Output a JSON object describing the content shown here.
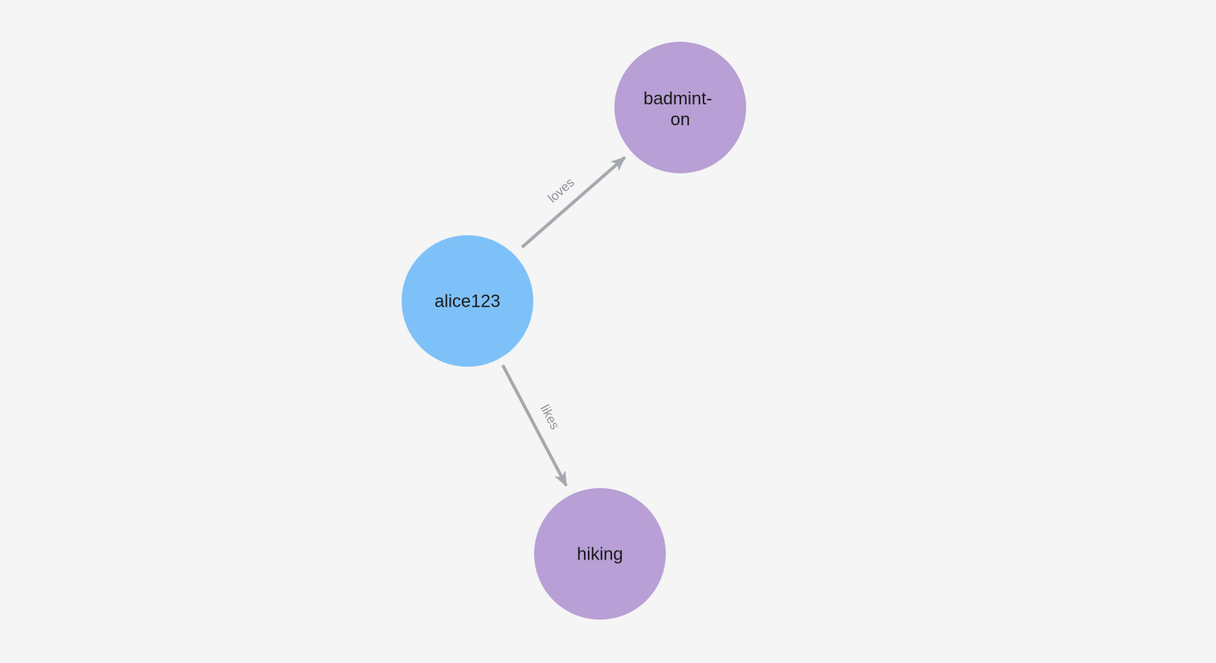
{
  "background_color": "#f4f5f4",
  "graph": {
    "edge_color": "#a5a8af",
    "edge_label_color": "#8e9199",
    "node_label_color": "#1b1b1b",
    "node_colors": {
      "user": "#7ec1f8",
      "topic": "#b89fd5"
    },
    "nodes": [
      {
        "id": "alice123",
        "label": "alice123",
        "label_lines": [
          "alice123"
        ],
        "color": "#7ec1f8"
      },
      {
        "id": "badminton",
        "label": "badminton",
        "label_lines": [
          "badmint-",
          "on"
        ],
        "color": "#b89fd5"
      },
      {
        "id": "hiking",
        "label": "hiking",
        "label_lines": [
          "hiking"
        ],
        "color": "#b89fd5"
      }
    ],
    "edges": [
      {
        "from": "alice123",
        "to": "badminton",
        "label": "loves"
      },
      {
        "from": "alice123",
        "to": "hiking",
        "label": "likes"
      }
    ]
  }
}
